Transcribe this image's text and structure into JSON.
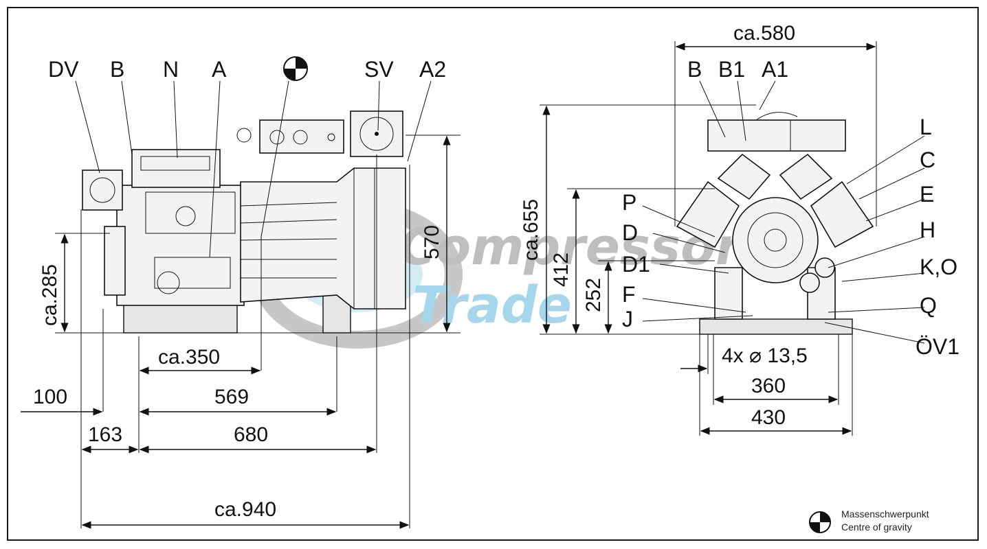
{
  "watermark": {
    "line1": "Compressor",
    "line2": "Trade"
  },
  "side_view": {
    "labels": {
      "dv": "DV",
      "b": "B",
      "n": "N",
      "a": "A",
      "sv": "SV",
      "a2": "A2"
    },
    "dims": {
      "h285": "ca.285",
      "h570": "570",
      "d350": "ca.350",
      "d100": "100",
      "d569": "569",
      "d163": "163",
      "d680": "680",
      "d940": "ca.940"
    }
  },
  "end_view": {
    "labels": {
      "b": "B",
      "b1": "B1",
      "a1": "A1",
      "l": "L",
      "c": "C",
      "e": "E",
      "h": "H",
      "ko": "K,O",
      "q": "Q",
      "ov1": "ÖV1",
      "p": "P",
      "d": "D",
      "d1": "D1",
      "f": "F",
      "j": "J"
    },
    "dims": {
      "w580": "ca.580",
      "h655": "ca.655",
      "h412": "412",
      "h252": "252",
      "holes": "4x ⌀ 13,5",
      "w360": "360",
      "w430": "430"
    }
  },
  "legend": {
    "line1": "Massenschwerpunkt",
    "line2": "Centre of gravity"
  },
  "colors": {
    "line": "#111111",
    "watermark_gray": "#8a8a8a",
    "watermark_blue": "#5fb6dc"
  },
  "icons": [
    "centre-of-gravity-icon"
  ]
}
